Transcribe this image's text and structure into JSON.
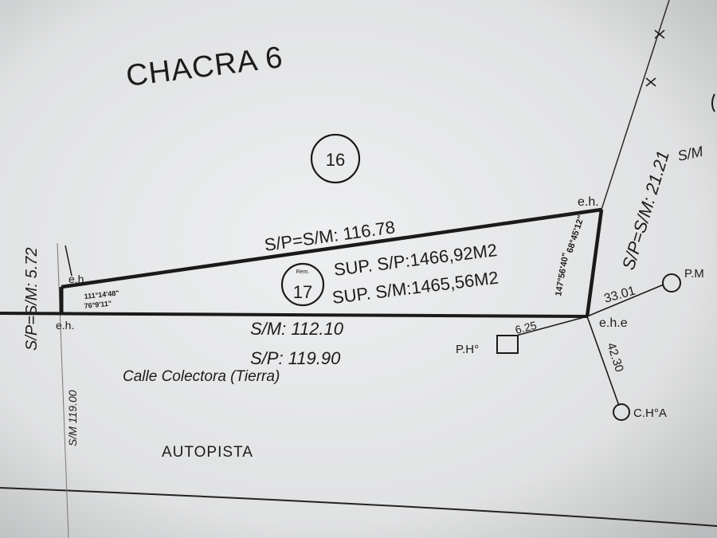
{
  "colors": {
    "paper": "#e6e7e8",
    "ink": "#1a1a1a"
  },
  "map": {
    "chacra_label": "CHACRA 6",
    "lot16": {
      "number": "16"
    },
    "lot17": {
      "number": "17",
      "tag": "Rem.",
      "area_sp": "SUP. S/P:1466,92M2",
      "area_sm": "SUP. S/M:1465,56M2"
    },
    "sides": {
      "north": "S/P=S/M: 116.78",
      "south_sm": "S/M: 112.10",
      "south_sp": "S/P: 119.90",
      "west": "S/P=S/M: 5.72",
      "east": "S/P=S/M: 21.21"
    },
    "angles": {
      "west_top": "111°14'48\"",
      "west_bottom": "76°9'11\"",
      "east_top": "68°45'12\"",
      "east_inner": "147°56'40\""
    },
    "vertex_labels": {
      "nw": "e.h.",
      "sw": "e.h.",
      "ne": "e.h.",
      "se": "e.h.e"
    },
    "ties": {
      "to_pm": "33.01",
      "to_ph": "6.25",
      "to_cha": "42.30",
      "west_offset": "S/M 119.00",
      "east_partial": "S/M"
    },
    "markers": {
      "pm": "P.M",
      "ph": "P.H°",
      "cha": "C.H°A"
    },
    "streets": {
      "collector": "Calle Colectora (Tierra)",
      "highway": "AUTOPISTA"
    }
  }
}
